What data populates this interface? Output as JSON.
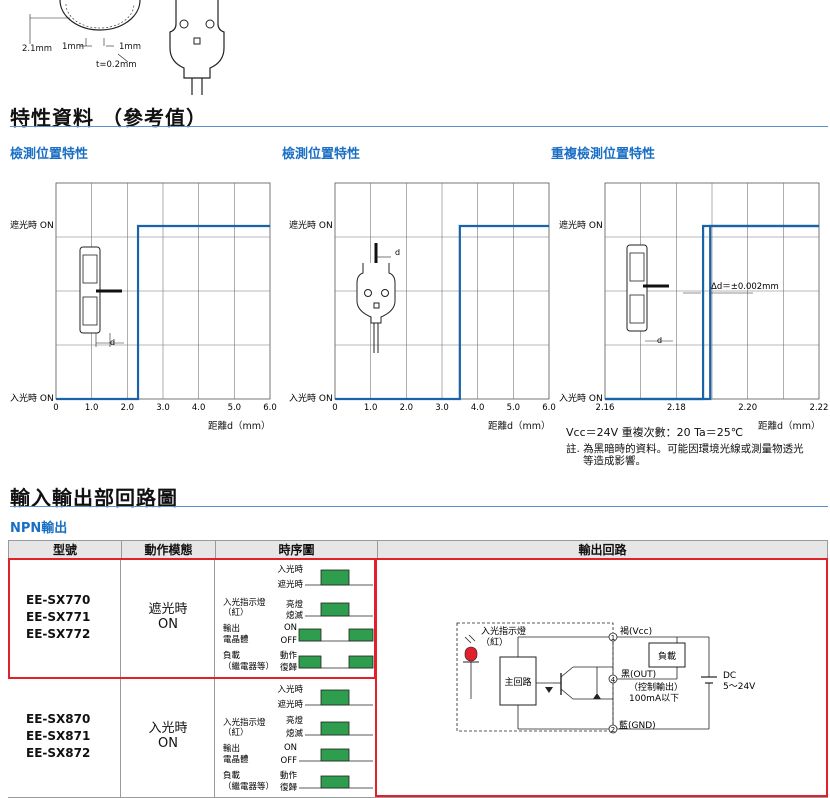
{
  "top_dims": {
    "d1": "2.1mm",
    "d2": "1mm",
    "d3": "1mm",
    "t": "t=0.2mm"
  },
  "section1": {
    "title": "特性資料 （參考值）"
  },
  "charts": [
    {
      "title": "檢測位置特性",
      "y_on": "遮光時 ON",
      "y_off": "入光時 ON",
      "xticks": [
        "0",
        "1.0",
        "2.0",
        "3.0",
        "4.0",
        "5.0",
        "6.0"
      ],
      "xlabel": "距離d（mm）",
      "d_label": "d"
    },
    {
      "title": "檢測位置特性",
      "y_on": "遮光時 ON",
      "y_off": "入光時 ON",
      "xticks": [
        "0",
        "1.0",
        "2.0",
        "3.0",
        "4.0",
        "5.0",
        "6.0"
      ],
      "xlabel": "距離d（mm）",
      "d_label": "d"
    },
    {
      "title": "重複檢測位置特性",
      "y_on": "遮光時 ON",
      "y_off": "入光時 ON",
      "xticks": [
        "2.16",
        "2.18",
        "2.20",
        "2.22"
      ],
      "xlabel": "距離d（mm）",
      "d_label": "d",
      "delta": "Δd＝±0.002mm"
    }
  ],
  "chart_data": [
    {
      "type": "line",
      "title": "檢測位置特性",
      "xlabel": "距離d（mm）",
      "xlim": [
        0,
        6.0
      ],
      "categories": [
        "入光時 ON",
        "遮光時 ON"
      ],
      "x": [
        0,
        2.3,
        2.3,
        6.0
      ],
      "y": [
        0,
        0,
        1,
        1
      ]
    },
    {
      "type": "line",
      "title": "檢測位置特性",
      "xlabel": "距離d（mm）",
      "xlim": [
        0,
        6.0
      ],
      "categories": [
        "入光時 ON",
        "遮光時 ON"
      ],
      "x": [
        0,
        3.5,
        3.5,
        6.0
      ],
      "y": [
        0,
        0,
        1,
        1
      ]
    },
    {
      "type": "line",
      "title": "重複檢測位置特性",
      "xlabel": "距離d（mm）",
      "xlim": [
        2.16,
        2.22
      ],
      "categories": [
        "入光時 ON",
        "遮光時 ON"
      ],
      "series": [
        {
          "x": [
            2.16,
            2.1875,
            2.1875,
            2.22
          ],
          "y": [
            0,
            0,
            1,
            1
          ]
        },
        {
          "x": [
            2.16,
            2.1895,
            2.1895,
            2.22
          ],
          "y": [
            0,
            0,
            1,
            1
          ]
        }
      ]
    }
  ],
  "cond": {
    "line1": "Vcc＝24V 重複次數：20 Ta＝25℃",
    "line2": "註. 為黑暗時的資料。可能因環境光線或測量物透光",
    "line3": "等造成影響。"
  },
  "section2": {
    "title": "輸入輸出部回路圖",
    "npn": "NPN輸出"
  },
  "table": {
    "headers": [
      "型號",
      "動作模態",
      "時序圖",
      "輸出回路"
    ],
    "row1": {
      "models": [
        "EE-SX770",
        "EE-SX771",
        "EE-SX772"
      ],
      "mode1": "遮光時",
      "mode2": "ON"
    },
    "row2": {
      "models": [
        "EE-SX870",
        "EE-SX871",
        "EE-SX872"
      ],
      "mode1": "入光時",
      "mode2": "ON"
    },
    "timing": {
      "in": "入光時",
      "block": "遮光時",
      "ind1": "入光指示燈",
      "ind2": "（紅）",
      "lit": "亮燈",
      "unlit": "熄滅",
      "out1": "輸出",
      "out2": "電晶體",
      "on": "ON",
      "off": "OFF",
      "load1": "負載",
      "load2": "（繼電器等）",
      "act": "動作",
      "reset": "復歸"
    }
  },
  "circuit": {
    "ind1": "入光指示燈",
    "ind2": "（紅）",
    "main": "主回路",
    "vcc": "褐(Vcc)",
    "load": "負載",
    "out": "黑(OUT)",
    "ctrl1": "（控制輸出）",
    "ctrl2": "100mA以下",
    "gnd": "藍(GND)",
    "dc1": "DC",
    "dc2": "5～24V",
    "p1": "1",
    "p2": "4",
    "p3": "2"
  },
  "colors": {
    "accent": "#1a6fc4",
    "curve": "#1a63a8",
    "red": "#e0202a",
    "pulse": "#2e9e4e"
  }
}
